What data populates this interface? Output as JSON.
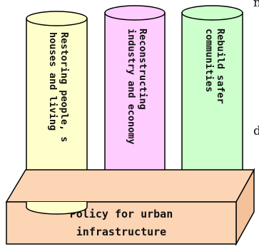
{
  "edge_fragments": {
    "top": "n",
    "middle": "d"
  },
  "pillars": [
    {
      "lines": [
        "Restoring people, s",
        "houses and living"
      ],
      "fill": "#ffffcc"
    },
    {
      "lines": [
        "Reconstructing",
        "industry and economy"
      ],
      "fill": "#ffccff"
    },
    {
      "lines": [
        "Rebuild safer",
        "communities"
      ],
      "fill": "#ccffcc"
    }
  ],
  "base": {
    "lines": [
      "Policy for urban",
      "infrastructure"
    ],
    "fill": "#fcd5b5"
  }
}
